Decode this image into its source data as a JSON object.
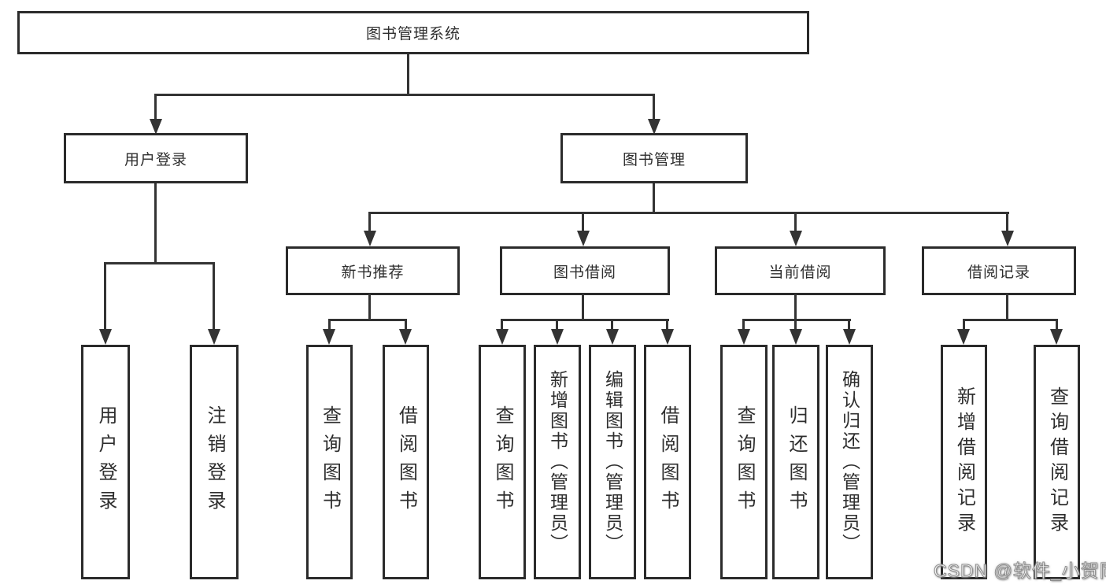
{
  "root": {
    "label": "图书管理系统"
  },
  "level2": [
    {
      "label": "用户登录"
    },
    {
      "label": "图书管理"
    }
  ],
  "level3": [
    {
      "label": "新书推荐"
    },
    {
      "label": "图书借阅"
    },
    {
      "label": "当前借阅"
    },
    {
      "label": "借阅记录"
    }
  ],
  "leaves": [
    {
      "parent": "用户登录",
      "label": "用户登录"
    },
    {
      "parent": "用户登录",
      "label": "注销登录"
    },
    {
      "parent": "新书推荐",
      "label": "查询图书"
    },
    {
      "parent": "新书推荐",
      "label": "借阅图书"
    },
    {
      "parent": "图书借阅",
      "label": "查询图书"
    },
    {
      "parent": "图书借阅",
      "label": "新增图书（管理员）"
    },
    {
      "parent": "图书借阅",
      "label": "编辑图书（管理员）"
    },
    {
      "parent": "图书借阅",
      "label": "借阅图书"
    },
    {
      "parent": "当前借阅",
      "label": "查询图书"
    },
    {
      "parent": "当前借阅",
      "label": "归还图书"
    },
    {
      "parent": "当前借阅",
      "label": "确认归还（管理员）"
    },
    {
      "parent": "借阅记录",
      "label": "新增借阅记录"
    },
    {
      "parent": "借阅记录",
      "label": "查询借阅记录"
    }
  ],
  "watermark": {
    "text": "CSDN @软件_小贺同学"
  },
  "colors": {
    "line": "#333333",
    "border": "#2b2b2b",
    "text": "#2e2e2e",
    "background": "#ffffff",
    "watermark_fill": "#ffffff"
  }
}
